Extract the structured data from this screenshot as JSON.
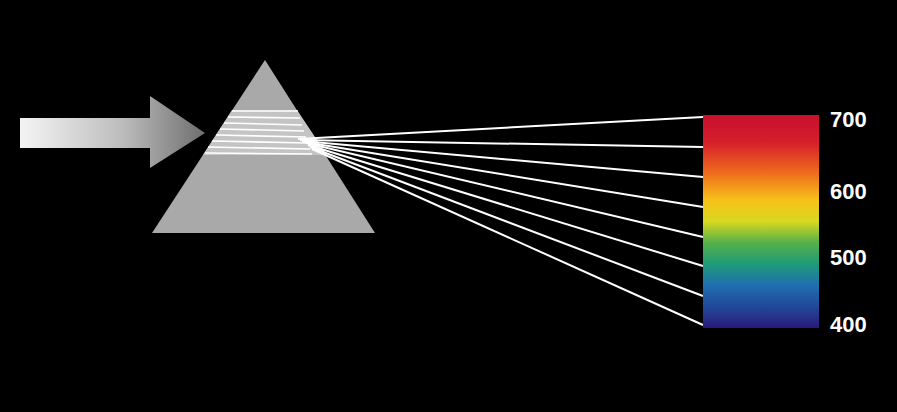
{
  "diagram": {
    "labels": [
      "700",
      "600",
      "500",
      "400"
    ]
  }
}
